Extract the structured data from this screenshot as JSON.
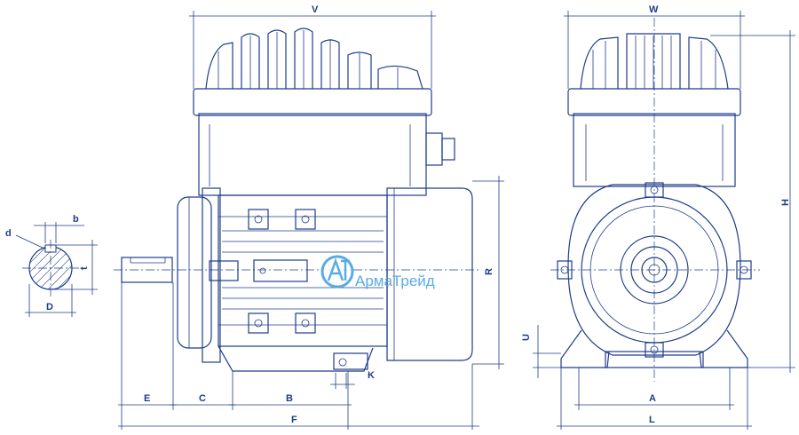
{
  "labels": {
    "V": "V",
    "W": "W",
    "H": "H",
    "R": "R",
    "b": "b",
    "d": "d",
    "t": "t",
    "D": "D",
    "U": "U",
    "E": "E",
    "C": "C",
    "B": "B",
    "K": "K",
    "F": "F",
    "A": "A",
    "L": "L"
  },
  "watermark": {
    "text": "АрмаТрейд"
  },
  "colors": {
    "line": "#1f3c8a",
    "watermark": "#4aa3df",
    "background": "#ffffff"
  }
}
